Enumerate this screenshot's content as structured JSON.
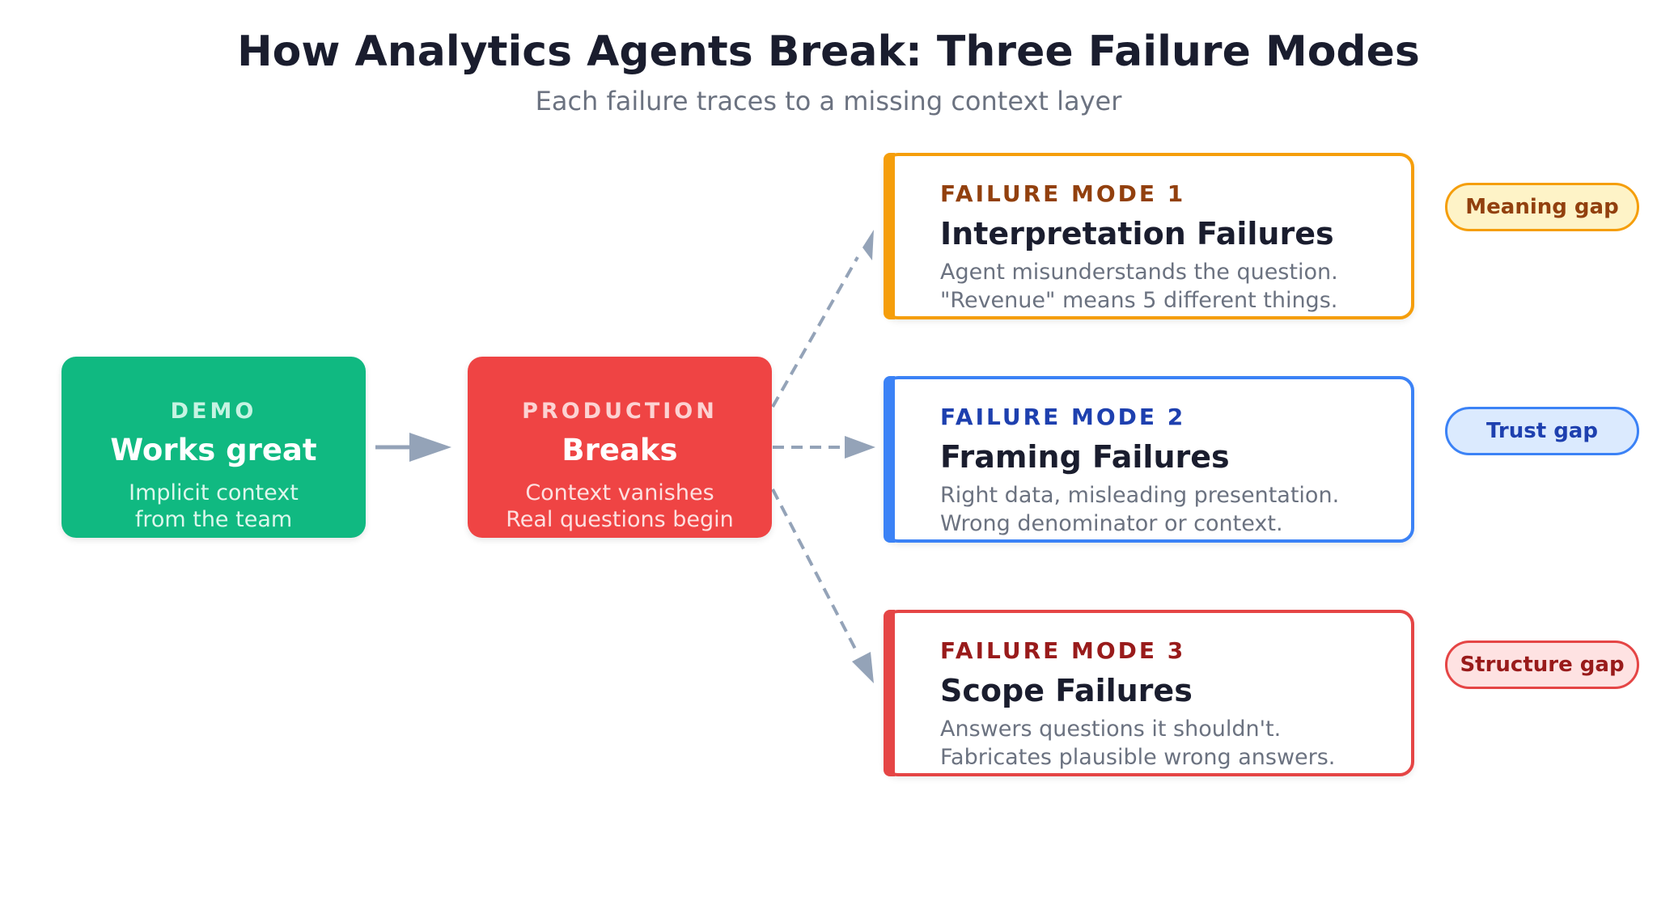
{
  "title": "How Analytics Agents Break: Three Failure Modes",
  "subtitle": "Each failure traces to a missing context layer",
  "demo": {
    "kicker": "DEMO",
    "headline": "Works great",
    "desc_line1": "Implicit context",
    "desc_line2": "from the team",
    "color": "#10b981"
  },
  "production": {
    "kicker": "PRODUCTION",
    "headline": "Breaks",
    "desc_line1": "Context vanishes",
    "desc_line2": "Real questions begin",
    "color": "#ef4444"
  },
  "failure_modes": [
    {
      "label": "FAILURE MODE 1",
      "name": "Interpretation Failures",
      "line1": "Agent misunderstands the question.",
      "line2": "\"Revenue\" means 5 different things.",
      "gap": "Meaning gap",
      "color": "#f59e0b"
    },
    {
      "label": "FAILURE MODE 2",
      "name": "Framing Failures",
      "line1": "Right data, misleading presentation.",
      "line2": "Wrong denominator or context.",
      "gap": "Trust gap",
      "color": "#3b82f6"
    },
    {
      "label": "FAILURE MODE 3",
      "name": "Scope Failures",
      "line1": "Answers questions it shouldn't.",
      "line2": "Fabricates plausible wrong answers.",
      "gap": "Structure gap",
      "color": "#e54545"
    }
  ],
  "arrow_color": "#94a3b8"
}
